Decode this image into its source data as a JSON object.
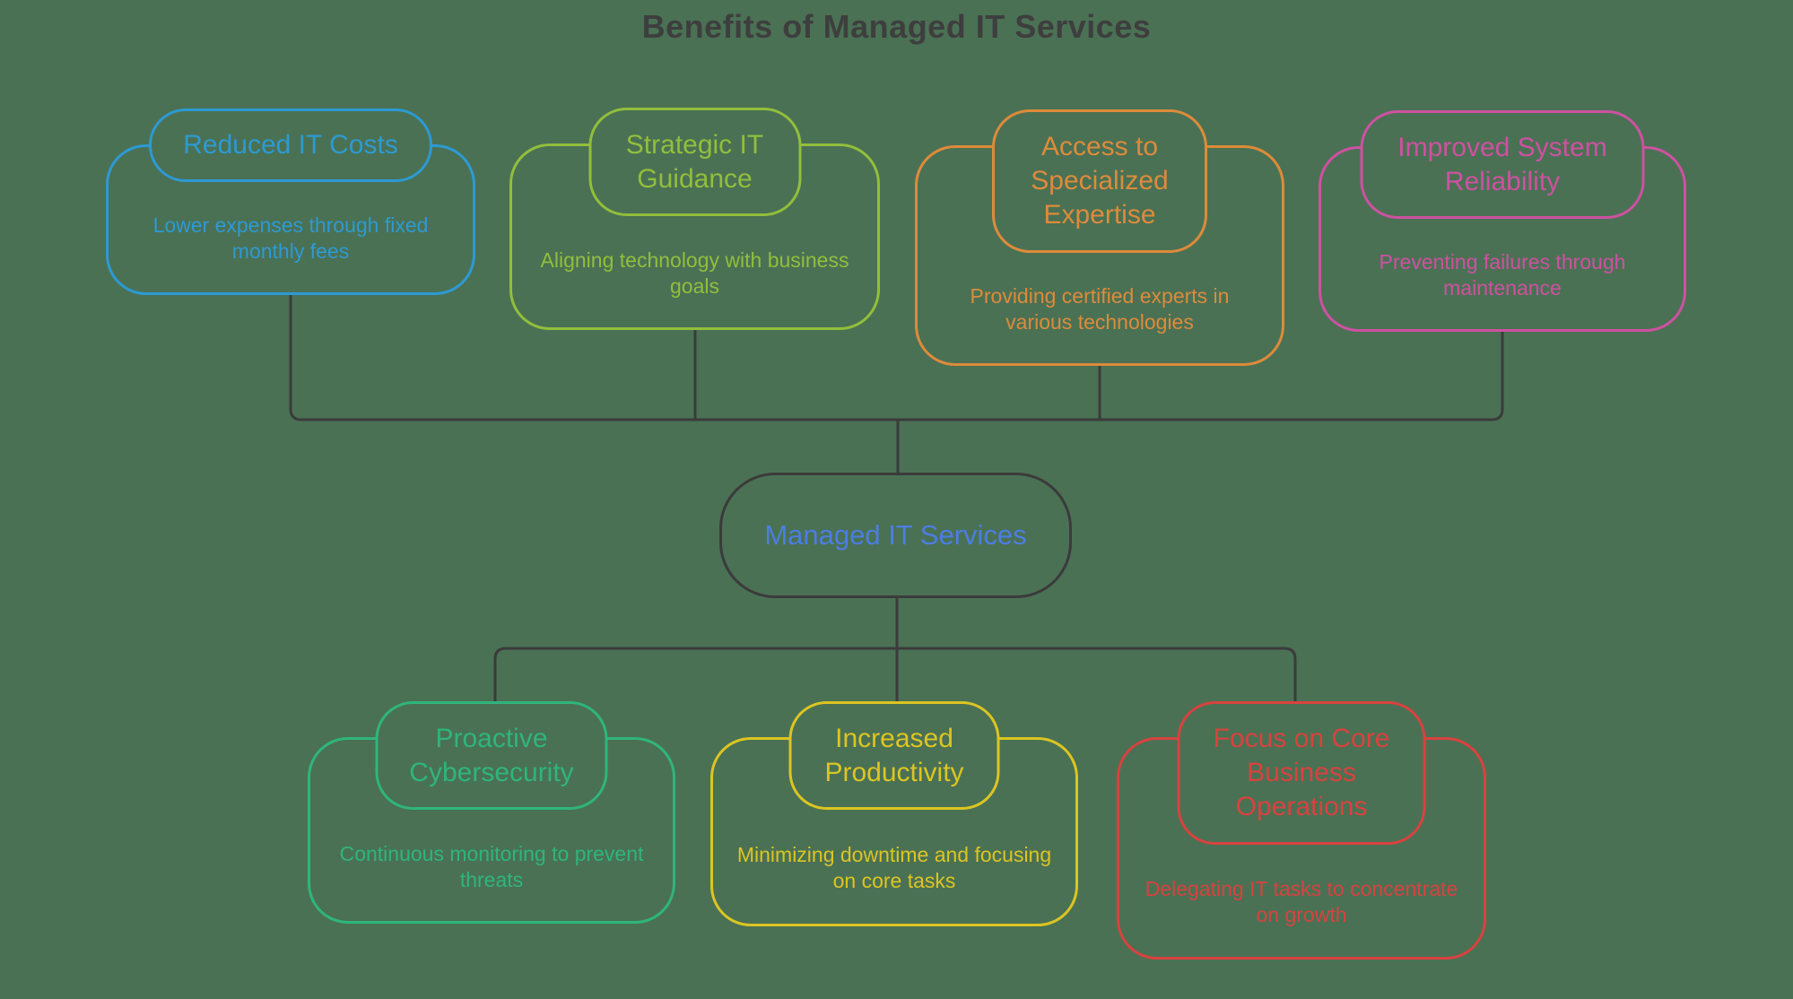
{
  "canvas": {
    "bg": "#4A7154",
    "line_color": "#3B3B3B"
  },
  "title": {
    "text": "Benefits of Managed IT Services",
    "color": "#3E3E3E"
  },
  "center": {
    "label": "Managed IT Services",
    "text_color": "#4B7EE2",
    "border_color": "#3B3B3B"
  },
  "nodes": [
    {
      "id": "reduced-it-costs",
      "title": "Reduced IT Costs",
      "body": "Lower expenses through fixed monthly fees",
      "color": "#2D9AD3"
    },
    {
      "id": "strategic-it-guidance",
      "title": "Strategic IT Guidance",
      "body": "Aligning technology with business goals",
      "color": "#92BE3C"
    },
    {
      "id": "specialized-expertise",
      "title": "Access to Specialized Expertise",
      "body": "Providing certified experts in various technologies",
      "color": "#DD8B3B"
    },
    {
      "id": "system-reliability",
      "title": "Improved System Reliability",
      "body": "Preventing failures through maintenance",
      "color": "#CE51A1"
    },
    {
      "id": "proactive-cybersecurity",
      "title": "Proactive Cybersecurity",
      "body": "Continuous monitoring to prevent threats",
      "color": "#2FB57C"
    },
    {
      "id": "increased-productivity",
      "title": "Increased Productivity",
      "body": "Minimizing downtime and focusing on core tasks",
      "color": "#DCC522"
    },
    {
      "id": "core-business-operations",
      "title": "Focus on Core Business Operations",
      "body": "Delegating IT tasks to concentrate on growth",
      "color": "#D8423F"
    }
  ]
}
